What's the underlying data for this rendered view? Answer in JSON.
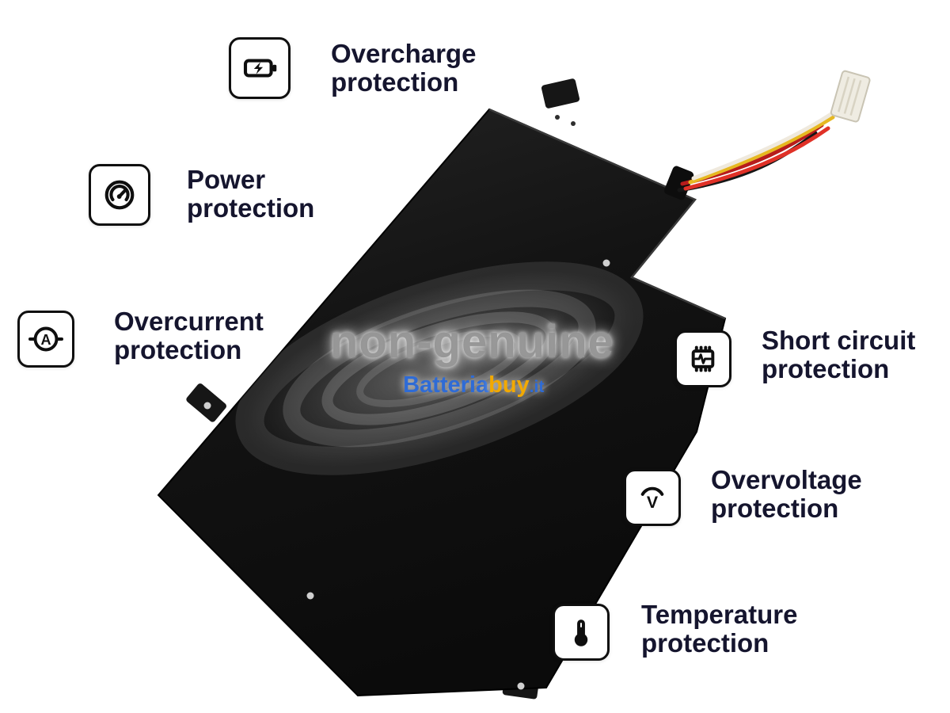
{
  "watermark": {
    "text": "non-genuine",
    "brand": [
      {
        "text": "Batteria",
        "color": "#2e6bd6"
      },
      {
        "text": "buy",
        "color": "#f2a900"
      },
      {
        "text": ".it",
        "color": "#2e6bd6"
      }
    ]
  },
  "features": [
    {
      "icon": "battery-charge-icon",
      "label_line1": "Overcharge",
      "label_line2": "protection"
    },
    {
      "icon": "power-gauge-icon",
      "label_line1": "Power",
      "label_line2": "protection"
    },
    {
      "icon": "ammeter-icon",
      "label_line1": "Overcurrent",
      "label_line2": "protection"
    },
    {
      "icon": "circuit-chip-icon",
      "label_line1": "Short circuit",
      "label_line2": "protection"
    },
    {
      "icon": "voltmeter-icon",
      "label_line1": "Overvoltage",
      "label_line2": "protection"
    },
    {
      "icon": "thermometer-icon",
      "label_line1": "Temperature",
      "label_line2": "protection"
    }
  ],
  "icons": {
    "ammeter_letter": "A",
    "voltmeter_letter": "V"
  },
  "photo": {
    "subject": "laptop battery",
    "body_color": "#141414",
    "wire_colors": [
      "#161616",
      "#b71c1c",
      "#e03127",
      "#e6b821",
      "#efe9dd"
    ]
  }
}
